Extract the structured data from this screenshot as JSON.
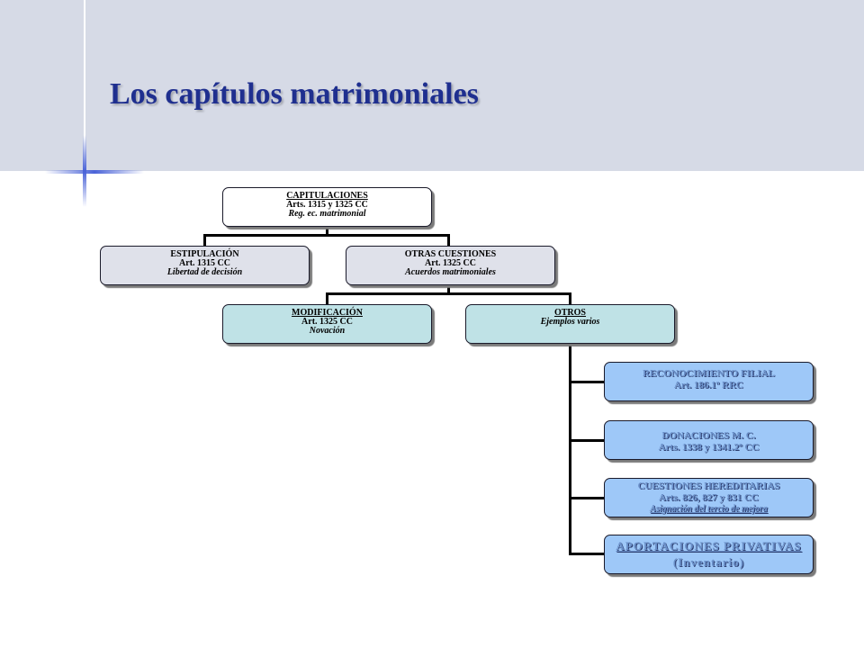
{
  "title": "Los capítulos matrimoniales",
  "nodes": {
    "capitulaciones": {
      "line1": "CAPITULACIONES",
      "line2": "Arts. 1315 y 1325 CC",
      "line3": "Reg. ec. matrimonial"
    },
    "estipulacion": {
      "line1": "ESTIPULACIÓN",
      "line2": "Art. 1315 CC",
      "line3": "Libertad de decisión"
    },
    "otras_cuestiones": {
      "line1": "OTRAS CUESTIONES",
      "line2": "Art. 1325 CC",
      "line3": "Acuerdos matrimoniales"
    },
    "modificacion": {
      "line1": "MODIFICACIÓN",
      "line2": "Art. 1325 CC",
      "line3": "Novación"
    },
    "otros": {
      "line1": "OTROS",
      "line2": "Ejemplos varios"
    },
    "reconocimiento": {
      "line1": "RECONOCIMIENTO FILIAL",
      "line2": "Art. 186.1º RRC"
    },
    "donaciones": {
      "line1": "DONACIONES M. C.",
      "line2": "Arts. 1338 y 1341.2º CC"
    },
    "hereditarias": {
      "line1": "CUESTIONES HEREDITARIAS",
      "line2": "Arts. 826, 827 y 831 CC",
      "line3": "Asignación del tercio de mejora"
    },
    "aportaciones": {
      "line1": "APORTACIONES PRIVATIVAS",
      "line2": "(Inventario)"
    }
  },
  "colors": {
    "title": "#1f2f8f",
    "header": "#d6dae6",
    "teal": "#bfe2e6",
    "blue": "#9ec8f8",
    "gray": "#dfe1ea"
  }
}
